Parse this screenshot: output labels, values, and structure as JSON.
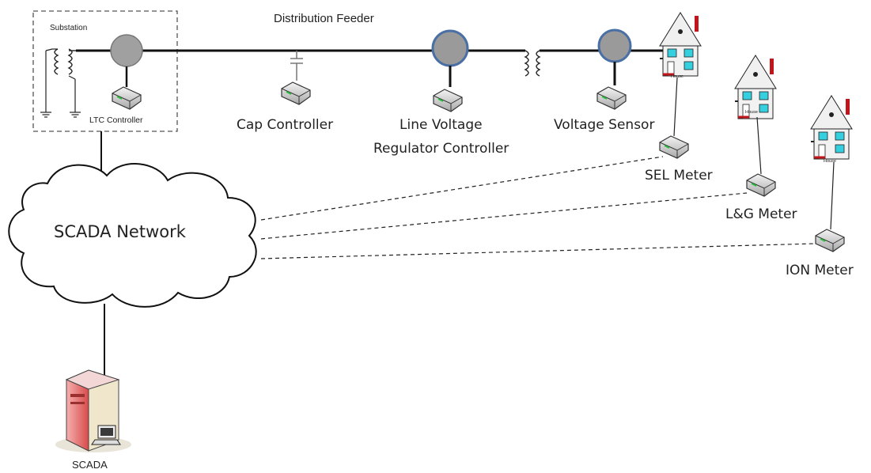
{
  "labels": {
    "substation": "Substation",
    "distribution_feeder": "Distribution Feeder",
    "ltc_controller": "LTC Controller",
    "cap_controller": "Cap Controller",
    "line_voltage_line1": "Line Voltage",
    "line_voltage_line2": "Regulator Controller",
    "voltage_sensor": "Voltage Sensor",
    "sel_meter": "SEL Meter",
    "lg_meter": "L&G Meter",
    "ion_meter": "ION Meter",
    "scada_network": "SCADA Network",
    "scada": "SCADA",
    "house": "House"
  },
  "colors": {
    "line": "#111111",
    "breaker_fill": "#a0a0a0",
    "regulator_fill": "#9a9a9a",
    "regulator_ring": "#4a6fa5",
    "window": "#35d0e0",
    "chimney": "#c0161b",
    "server": "#e86a6a"
  },
  "icons": [
    "transformer-icon",
    "breaker-icon",
    "capacitor-icon",
    "controller-device-icon",
    "house-icon",
    "cloud-icon",
    "server-icon",
    "ground-icon"
  ]
}
